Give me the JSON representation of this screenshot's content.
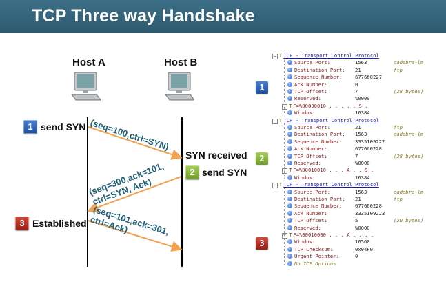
{
  "title": "TCP Three way Handshake",
  "diagram": {
    "host_a": "Host A",
    "host_b": "Host B",
    "steps": [
      {
        "number": "1",
        "label": "send SYN"
      },
      {
        "number": "2",
        "label": "send SYN"
      },
      {
        "number": "3",
        "label": "Established"
      }
    ],
    "syn_received": "SYN received",
    "messages": [
      {
        "line1": "(seq=100,ctrl=SYN)",
        "line2": ""
      },
      {
        "line1": "(seq=300,ack=101,",
        "line2": "ctrl=SYN, Ack)"
      },
      {
        "line1": "(seq=101,ack=301,",
        "line2": "ctrl=Ack)"
      }
    ]
  },
  "capture": {
    "packets": [
      {
        "badge": "1",
        "header": "TCP - Transport Control Protocol",
        "fields": [
          {
            "name": "Source Port:",
            "value": "1563",
            "note": "cadabra-lm"
          },
          {
            "name": "Destination Port:",
            "value": "21",
            "note": "ftp"
          },
          {
            "name": "Sequence Number:",
            "value": "677660227",
            "note": ""
          },
          {
            "name": "Ack Number:",
            "value": "0",
            "note": ""
          },
          {
            "name": "TCP Offset:",
            "value": "7",
            "note": "(28 bytes)"
          },
          {
            "name": "Reserved:",
            "value": "%0000",
            "note": ""
          }
        ],
        "flags": "F=%00000010 . . . . . S .",
        "fields_after": [
          {
            "name": "Window:",
            "value": "16384",
            "note": ""
          }
        ]
      },
      {
        "badge": "2",
        "header": "TCP - Transport Control Protocol",
        "fields": [
          {
            "name": "Source Port:",
            "value": "21",
            "note": "ftp"
          },
          {
            "name": "Destination Port:",
            "value": "1563",
            "note": "cadabra-lm"
          },
          {
            "name": "Sequence Number:",
            "value": "3335109222",
            "note": ""
          },
          {
            "name": "Ack Number:",
            "value": "677660228",
            "note": ""
          },
          {
            "name": "TCP Offset:",
            "value": "7",
            "note": "(28 bytes)"
          },
          {
            "name": "Reserved:",
            "value": "%0000",
            "note": ""
          }
        ],
        "flags": "F=%00010010 . . . A . . S .",
        "fields_after": [
          {
            "name": "Window:",
            "value": "16384",
            "note": ""
          }
        ]
      },
      {
        "badge": "3",
        "header": "TCP - Transport Control Protocol",
        "fields": [
          {
            "name": "Source Port:",
            "value": "1563",
            "note": "cadabra-lm"
          },
          {
            "name": "Destination Port:",
            "value": "21",
            "note": "ftp"
          },
          {
            "name": "Sequence Number:",
            "value": "677660228",
            "note": ""
          },
          {
            "name": "Ack Number:",
            "value": "3335109223",
            "note": ""
          },
          {
            "name": "TCP Offset:",
            "value": "5",
            "note": "(20 bytes)"
          },
          {
            "name": "Reserved:",
            "value": "%0000",
            "note": ""
          }
        ],
        "flags": "F=%00010000 . . . A . . . .",
        "fields_after": [
          {
            "name": "Window:",
            "value": "16560",
            "note": ""
          },
          {
            "name": "TCP Checksum:",
            "value": "0x04F0",
            "note": ""
          },
          {
            "name": "Urgent Pointer:",
            "value": "0",
            "note": ""
          }
        ],
        "footer": "No TCP Options"
      }
    ]
  },
  "colors": {
    "header_bg": "#2d5a6f",
    "arrow": "#f0a24e",
    "message_text": "#1f5f78"
  }
}
